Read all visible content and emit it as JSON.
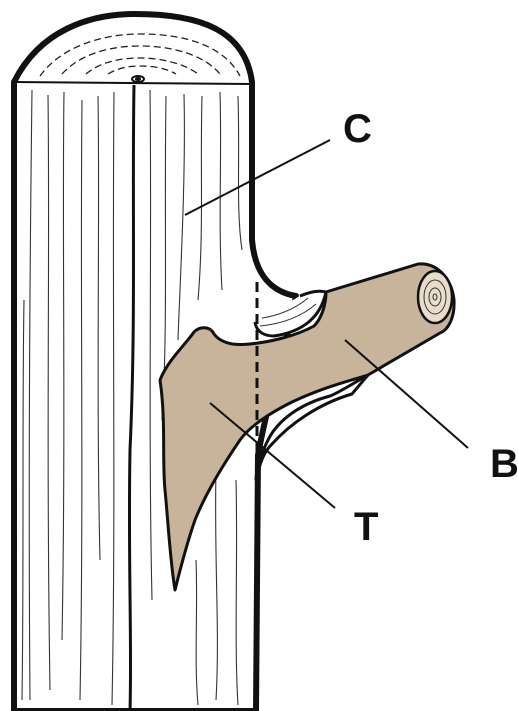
{
  "labels": {
    "c": "C",
    "b": "B",
    "t": "T"
  },
  "colors": {
    "wood_fill": "#ffffff",
    "outline": "#111111",
    "branch_fill": "#c8b49b",
    "ring_fill": "#f5efe6"
  }
}
